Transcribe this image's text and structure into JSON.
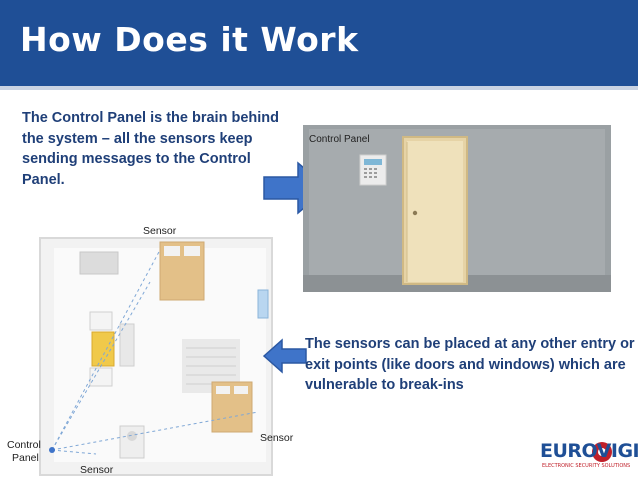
{
  "slide": {
    "title": "How Does it Work",
    "paragraph_1": "The Control Panel is the brain behind the system – all the sensors keep sending messages to the Control Panel.",
    "paragraph_2": "The sensors can be placed at any other entry or exit points (like doors and windows) which are vulnerable to break-ins"
  },
  "room_image": {
    "caption": "Control Panel"
  },
  "floorplan_image": {
    "labels": {
      "sensor_top": "Sensor",
      "sensor_right": "Sensor",
      "sensor_bottom": "Sensor",
      "control_panel_line1": "Control",
      "control_panel_line2": "Panel"
    }
  },
  "logo": {
    "text": "EUROVIGIL",
    "tagline": "ELECTRONIC SECURITY SOLUTIONS"
  },
  "colors": {
    "header_bg": "#1f4f96",
    "body_text": "#1f3f78",
    "arrow": "#3f74c9",
    "logo_red": "#c0202a"
  },
  "icons": {
    "arrow_right": "arrow-right-icon",
    "arrow_left": "arrow-left-icon"
  }
}
